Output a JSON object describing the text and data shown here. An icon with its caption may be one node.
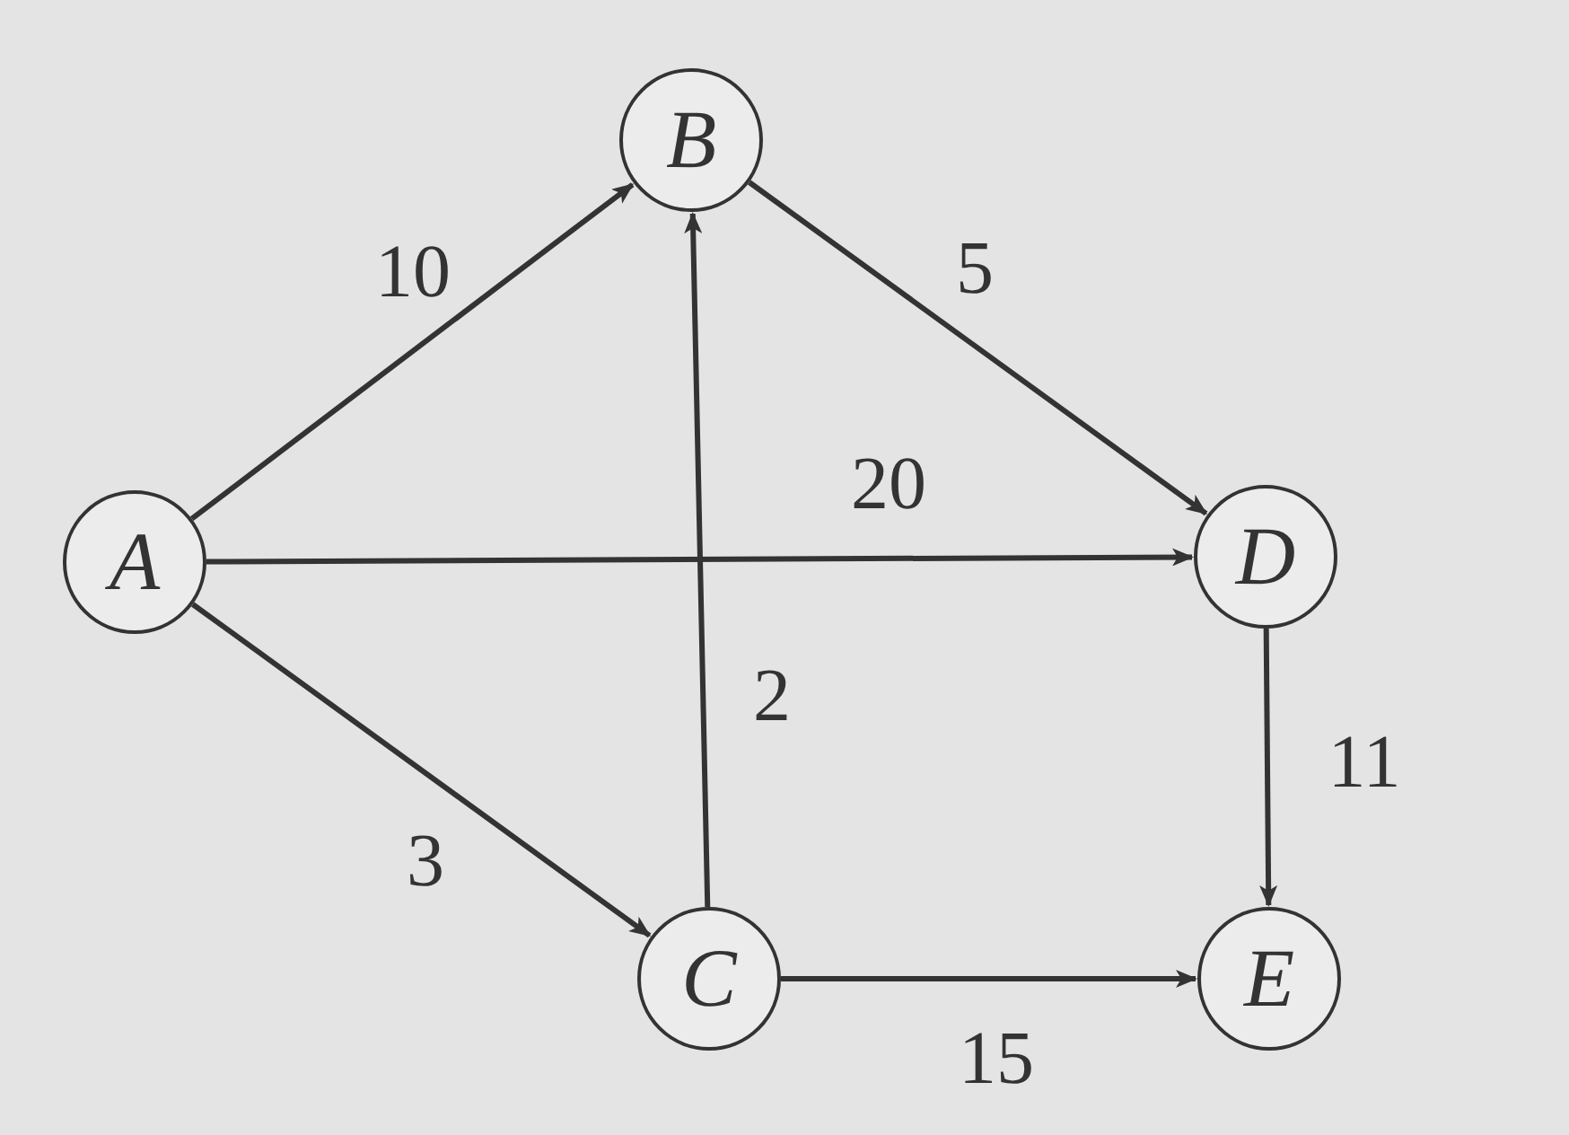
{
  "diagram": {
    "nodes": [
      {
        "text": [
          "A"
        ]
      },
      {
        "text": [
          "B"
        ]
      },
      {
        "text": [
          "C"
        ]
      },
      {
        "text": [
          "D"
        ]
      },
      {
        "text": [
          "E"
        ]
      }
    ],
    "edges": [
      {
        "from": 0,
        "to": 1,
        "arrow": "to",
        "label": "10"
      },
      {
        "from": 0,
        "to": 3,
        "arrow": "to",
        "label": "20"
      },
      {
        "from": 0,
        "to": 2,
        "arrow": "to",
        "label": "3"
      },
      {
        "from": 2,
        "to": 1,
        "arrow": "to",
        "label": "2"
      },
      {
        "from": 1,
        "to": 3,
        "arrow": "to",
        "label": "5"
      },
      {
        "from": 3,
        "to": 4,
        "arrow": "to",
        "label": "11"
      },
      {
        "from": 2,
        "to": 4,
        "arrow": "to",
        "label": "15"
      }
    ]
  }
}
